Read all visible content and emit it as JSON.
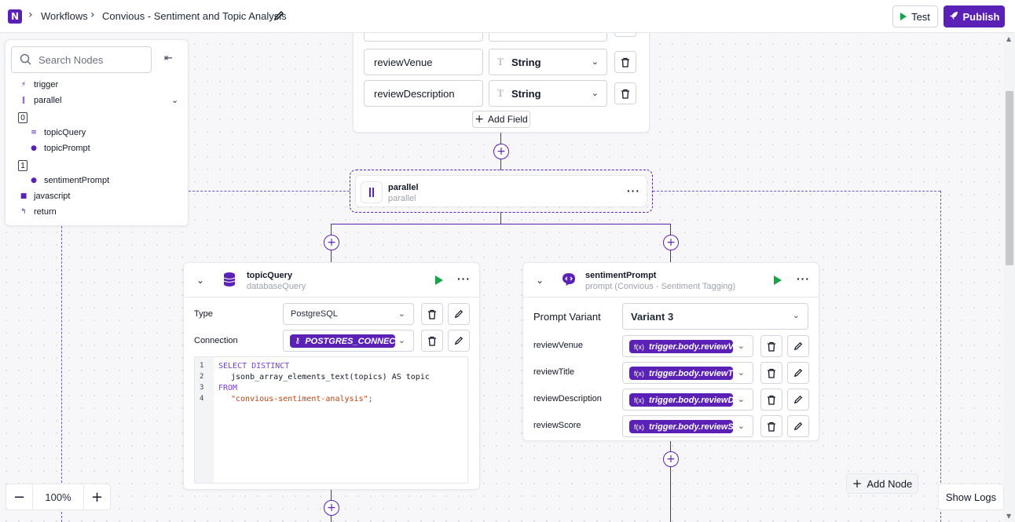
{
  "header": {
    "breadcrumbs": [
      "Workflows",
      "Convious - Sentiment and Topic Analysis"
    ],
    "test_label": "Test",
    "publish_label": "Publish"
  },
  "sidebar": {
    "search_placeholder": "Search Nodes",
    "items": {
      "trigger": "trigger",
      "parallel": "parallel",
      "branch0": "0",
      "topicQuery": "topicQuery",
      "topicPrompt": "topicPrompt",
      "branch1": "1",
      "sentimentPrompt": "sentimentPrompt",
      "javascript": "javascript",
      "return": "return"
    }
  },
  "schema_node": {
    "fields": [
      {
        "name": "reviewVenue",
        "type": "String"
      },
      {
        "name": "reviewDescription",
        "type": "String"
      }
    ],
    "add_field_label": "Add Field"
  },
  "parallel_node": {
    "title": "parallel",
    "subtitle": "parallel"
  },
  "topic_query_node": {
    "title": "topicQuery",
    "subtitle": "databaseQuery",
    "type_label": "Type",
    "type_value": "PostgreSQL",
    "connection_label": "Connection",
    "connection_value": "POSTGRES_CONNECTI...",
    "code_lines": [
      {
        "n": "1",
        "text": "SELECT DISTINCT"
      },
      {
        "n": "2",
        "text": "jsonb_array_elements_text(topics) AS topic"
      },
      {
        "n": "3",
        "text": "FROM"
      },
      {
        "n": "4",
        "text": "\"convious-sentiment-analysis\";"
      }
    ]
  },
  "sentiment_node": {
    "title": "sentimentPrompt",
    "subtitle": "prompt (Convious - Sentiment Tagging)",
    "variant_label": "Prompt Variant",
    "variant_value": "Variant 3",
    "fx_label": "f(x)",
    "inputs": [
      {
        "label": "reviewVenue",
        "value": "trigger.body.reviewVe..."
      },
      {
        "label": "reviewTitle",
        "value": "trigger.body.reviewTi..."
      },
      {
        "label": "reviewDescription",
        "value": "trigger.body.reviewDe..."
      },
      {
        "label": "reviewScore",
        "value": "trigger.body.reviewSc..."
      }
    ]
  },
  "canvas": {
    "zoom_level": "100%",
    "add_node_label": "Add Node",
    "show_logs_label": "Show Logs"
  },
  "colors": {
    "accent": "#5b21b6",
    "run": "#16a34a"
  }
}
